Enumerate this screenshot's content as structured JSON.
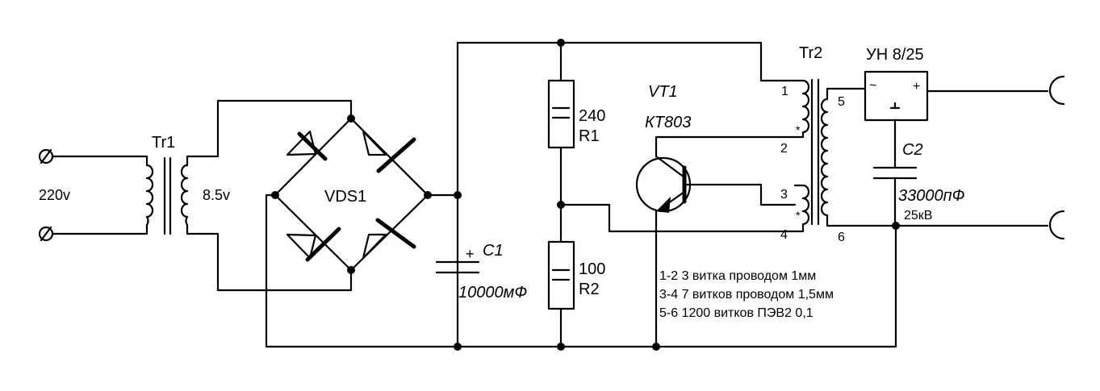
{
  "transformer1": {
    "name": "Tr1",
    "secondary_voltage": "8.5v"
  },
  "mains_input": {
    "voltage": "220v"
  },
  "bridge": {
    "name": "VDS1"
  },
  "capacitor1": {
    "name": "C1",
    "value": "10000мФ",
    "polarity": "+"
  },
  "resistor1": {
    "name": "R1",
    "value": "240"
  },
  "resistor2": {
    "name": "R2",
    "value": "100"
  },
  "transistor": {
    "name": "VT1",
    "type": "КТ803"
  },
  "transformer2": {
    "name": "Tr2",
    "pins": [
      "1",
      "2",
      "3",
      "4",
      "5",
      "6"
    ],
    "start_mark": "*"
  },
  "multiplier": {
    "name": "УН 8/25",
    "ac_mark": "~",
    "plus_mark": "+"
  },
  "capacitor2": {
    "name": "C2",
    "value": "33000пФ"
  },
  "output": {
    "voltage": "25кВ"
  },
  "winding_notes": [
    "1-2  3 витка проводом 1мм",
    "3-4  7 витков проводом 1,5мм",
    "5-6 1200 витков ПЭВ2 0,1"
  ]
}
